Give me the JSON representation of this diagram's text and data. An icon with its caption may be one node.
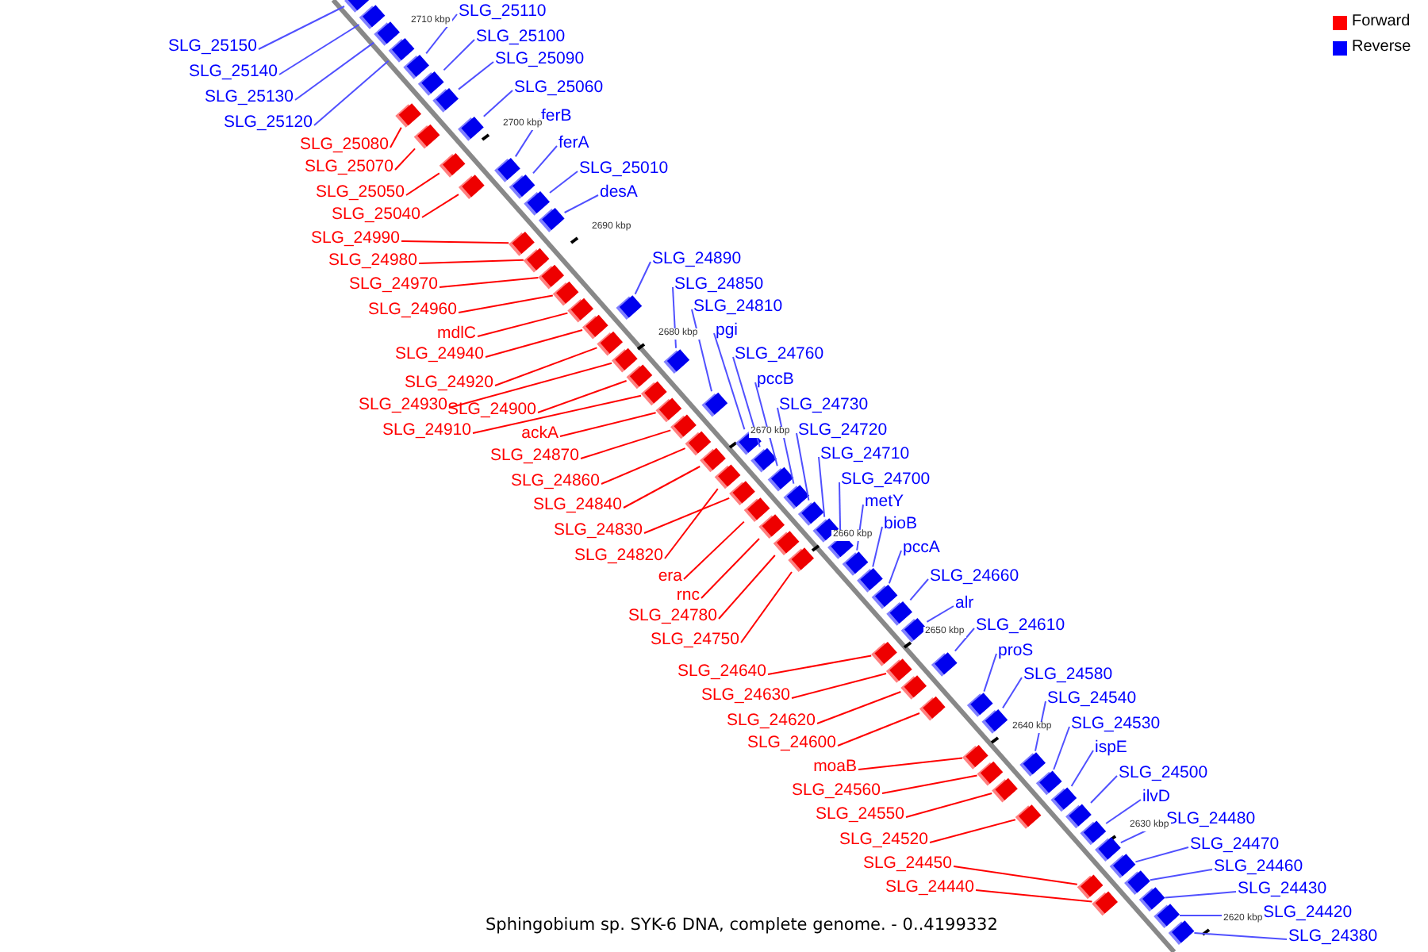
{
  "diagram": {
    "caption": "Sphingobium sp. SYK-6 DNA, complete genome. - 0..4199332",
    "nodes": [
      {
        "text": [
          "SLG_25150"
        ]
      },
      {
        "text": [
          "SLG_25140"
        ]
      },
      {
        "text": [
          "SLG_25130"
        ]
      },
      {
        "text": [
          "SLG_25120"
        ]
      },
      {
        "text": [
          "SLG_25110"
        ]
      },
      {
        "text": [
          "SLG_25100"
        ]
      },
      {
        "text": [
          "SLG_25090"
        ]
      },
      {
        "text": [
          "SLG_25060"
        ]
      },
      {
        "text": [
          "ferB"
        ]
      },
      {
        "text": [
          "ferA"
        ]
      },
      {
        "text": [
          "SLG_25010"
        ]
      },
      {
        "text": [
          "desA"
        ]
      },
      {
        "text": [
          "SLG_25080"
        ]
      },
      {
        "text": [
          "SLG_25070"
        ]
      },
      {
        "text": [
          "SLG_25050"
        ]
      },
      {
        "text": [
          "SLG_25040"
        ]
      },
      {
        "text": [
          "SLG_24990"
        ]
      },
      {
        "text": [
          "SLG_24980"
        ]
      },
      {
        "text": [
          "SLG_24970"
        ]
      },
      {
        "text": [
          "SLG_24960"
        ]
      },
      {
        "text": [
          "mdlC"
        ]
      },
      {
        "text": [
          "SLG_24940"
        ]
      },
      {
        "text": [
          "SLG_24920"
        ]
      },
      {
        "text": [
          "SLG_24930"
        ]
      },
      {
        "text": [
          "SLG_24900"
        ]
      },
      {
        "text": [
          "SLG_24910"
        ]
      },
      {
        "text": [
          "ackA"
        ]
      },
      {
        "text": [
          "SLG_24870"
        ]
      },
      {
        "text": [
          "SLG_24860"
        ]
      },
      {
        "text": [
          "SLG_24840"
        ]
      },
      {
        "text": [
          "SLG_24830"
        ]
      },
      {
        "text": [
          "SLG_24820"
        ]
      },
      {
        "text": [
          "era"
        ]
      },
      {
        "text": [
          "rnc"
        ]
      },
      {
        "text": [
          "SLG_24780"
        ]
      },
      {
        "text": [
          "SLG_24750"
        ]
      },
      {
        "text": [
          "SLG_24640"
        ]
      },
      {
        "text": [
          "SLG_24630"
        ]
      },
      {
        "text": [
          "SLG_24620"
        ]
      },
      {
        "text": [
          "SLG_24600"
        ]
      },
      {
        "text": [
          "moaB"
        ]
      },
      {
        "text": [
          "SLG_24560"
        ]
      },
      {
        "text": [
          "SLG_24550"
        ]
      },
      {
        "text": [
          "SLG_24520"
        ]
      },
      {
        "text": [
          "SLG_24450"
        ]
      },
      {
        "text": [
          "SLG_24440"
        ]
      },
      {
        "text": [
          "SLG_24890"
        ]
      },
      {
        "text": [
          "SLG_24850"
        ]
      },
      {
        "text": [
          "SLG_24810"
        ]
      },
      {
        "text": [
          "pgi"
        ]
      },
      {
        "text": [
          "SLG_24760"
        ]
      },
      {
        "text": [
          "pccB"
        ]
      },
      {
        "text": [
          "SLG_24730"
        ]
      },
      {
        "text": [
          "SLG_24720"
        ]
      },
      {
        "text": [
          "SLG_24710"
        ]
      },
      {
        "text": [
          "SLG_24700"
        ]
      },
      {
        "text": [
          "metY"
        ]
      },
      {
        "text": [
          "bioB"
        ]
      },
      {
        "text": [
          "pccA"
        ]
      },
      {
        "text": [
          "SLG_24660"
        ]
      },
      {
        "text": [
          "alr"
        ]
      },
      {
        "text": [
          "SLG_24610"
        ]
      },
      {
        "text": [
          "proS"
        ]
      },
      {
        "text": [
          "SLG_24580"
        ]
      },
      {
        "text": [
          "SLG_24540"
        ]
      },
      {
        "text": [
          "SLG_24530"
        ]
      },
      {
        "text": [
          "ispE"
        ]
      },
      {
        "text": [
          "SLG_24500"
        ]
      },
      {
        "text": [
          "ilvD"
        ]
      },
      {
        "text": [
          "SLG_24480"
        ]
      },
      {
        "text": [
          "SLG_24470"
        ]
      },
      {
        "text": [
          "SLG_24460"
        ]
      },
      {
        "text": [
          "SLG_24430"
        ]
      },
      {
        "text": [
          "SLG_24420"
        ]
      },
      {
        "text": [
          "SLG_24380"
        ]
      },
      {
        "text": [],
        "shape": "box"
      },
      {
        "text": [],
        "shape": "box"
      },
      {
        "text": [],
        "shape": "box"
      },
      {
        "text": [],
        "shape": "box"
      },
      {
        "text": [],
        "shape": "box"
      },
      {
        "text": [],
        "shape": "box"
      },
      {
        "text": [],
        "shape": "box"
      },
      {
        "text": [],
        "shape": "box"
      },
      {
        "text": [],
        "shape": "box"
      },
      {
        "text": [],
        "shape": "box"
      },
      {
        "text": [],
        "shape": "box"
      },
      {
        "text": [],
        "shape": "box"
      },
      {
        "text": [],
        "shape": "box"
      },
      {
        "text": [],
        "shape": "box"
      },
      {
        "text": [],
        "shape": "box"
      },
      {
        "text": [],
        "shape": "box"
      },
      {
        "text": [],
        "shape": "box"
      },
      {
        "text": [],
        "shape": "box"
      },
      {
        "text": [],
        "shape": "box"
      },
      {
        "text": [],
        "shape": "box"
      },
      {
        "text": [],
        "shape": "box"
      },
      {
        "text": [],
        "shape": "box"
      },
      {
        "text": [],
        "shape": "box"
      },
      {
        "text": [],
        "shape": "box"
      },
      {
        "text": [],
        "shape": "box"
      },
      {
        "text": [],
        "shape": "box"
      },
      {
        "text": [],
        "shape": "box"
      },
      {
        "text": [],
        "shape": "box"
      },
      {
        "text": [],
        "shape": "box"
      },
      {
        "text": [],
        "shape": "box"
      },
      {
        "text": [],
        "shape": "box"
      },
      {
        "text": [],
        "shape": "box"
      },
      {
        "text": [],
        "shape": "box"
      },
      {
        "text": [],
        "shape": "box"
      },
      {
        "text": [],
        "shape": "box"
      },
      {
        "text": [],
        "shape": "box"
      },
      {
        "text": [],
        "shape": "box"
      },
      {
        "text": [],
        "shape": "box"
      },
      {
        "text": [],
        "shape": "box"
      },
      {
        "text": [],
        "shape": "box"
      },
      {
        "text": [],
        "shape": "box"
      },
      {
        "text": [],
        "shape": "box"
      },
      {
        "text": [],
        "shape": "box"
      },
      {
        "text": [],
        "shape": "box"
      },
      {
        "text": [],
        "shape": "box"
      },
      {
        "text": [],
        "shape": "box"
      },
      {
        "text": [],
        "shape": "box"
      },
      {
        "text": [],
        "shape": "box"
      },
      {
        "text": [],
        "shape": "box"
      },
      {
        "text": [],
        "shape": "box"
      },
      {
        "text": [],
        "shape": "box"
      },
      {
        "text": [],
        "shape": "box"
      },
      {
        "text": [],
        "shape": "box"
      },
      {
        "text": [],
        "shape": "box"
      },
      {
        "text": [],
        "shape": "box"
      },
      {
        "text": [],
        "shape": "box"
      },
      {
        "text": [],
        "shape": "box"
      },
      {
        "text": [],
        "shape": "box"
      },
      {
        "text": [],
        "shape": "box"
      },
      {
        "text": [],
        "shape": "box"
      },
      {
        "text": [],
        "shape": "box"
      },
      {
        "text": [],
        "shape": "box"
      },
      {
        "text": [],
        "shape": "box"
      },
      {
        "text": [],
        "shape": "box"
      },
      {
        "text": [],
        "shape": "box"
      },
      {
        "text": [],
        "shape": "box"
      },
      {
        "text": [],
        "shape": "box"
      },
      {
        "text": [],
        "shape": "box"
      },
      {
        "text": [],
        "shape": "box"
      },
      {
        "text": [],
        "shape": "box"
      },
      {
        "text": [],
        "shape": "box"
      },
      {
        "text": [],
        "shape": "box"
      },
      {
        "text": [],
        "shape": "box"
      },
      {
        "text": [],
        "shape": "box"
      },
      {
        "text": [],
        "shape": "box"
      }
    ],
    "edges": [
      {
        "from": 0,
        "to": 75,
        "arrow": "none"
      },
      {
        "from": 1,
        "to": 76,
        "arrow": "none"
      },
      {
        "from": 2,
        "to": 77,
        "arrow": "none"
      },
      {
        "from": 3,
        "to": 78,
        "arrow": "none"
      },
      {
        "from": 4,
        "to": 79,
        "arrow": "none"
      },
      {
        "from": 5,
        "to": 80,
        "arrow": "none"
      },
      {
        "from": 6,
        "to": 81,
        "arrow": "none"
      },
      {
        "from": 7,
        "to": 82,
        "arrow": "none"
      },
      {
        "from": 8,
        "to": 83,
        "arrow": "none"
      },
      {
        "from": 9,
        "to": 84,
        "arrow": "none"
      },
      {
        "from": 10,
        "to": 85,
        "arrow": "none"
      },
      {
        "from": 11,
        "to": 86,
        "arrow": "none"
      },
      {
        "from": 12,
        "to": 87,
        "arrow": "none",
        "color": "#ff0000"
      },
      {
        "from": 13,
        "to": 88,
        "arrow": "none",
        "color": "#ff0000"
      },
      {
        "from": 14,
        "to": 89,
        "arrow": "none",
        "color": "#ff0000"
      },
      {
        "from": 15,
        "to": 90,
        "arrow": "none",
        "color": "#ff0000"
      },
      {
        "from": 16,
        "to": 91,
        "arrow": "none",
        "color": "#ff0000"
      },
      {
        "from": 17,
        "to": 92,
        "arrow": "none",
        "color": "#ff0000"
      },
      {
        "from": 18,
        "to": 93,
        "arrow": "none",
        "color": "#ff0000"
      },
      {
        "from": 19,
        "to": 94,
        "arrow": "none",
        "color": "#ff0000"
      },
      {
        "from": 20,
        "to": 95,
        "arrow": "none",
        "color": "#ff0000"
      },
      {
        "from": 21,
        "to": 96,
        "arrow": "none",
        "color": "#ff0000"
      },
      {
        "from": 22,
        "to": 97,
        "arrow": "none",
        "color": "#ff0000"
      },
      {
        "from": 23,
        "to": 98,
        "arrow": "none",
        "color": "#ff0000"
      },
      {
        "from": 24,
        "to": 99,
        "arrow": "none",
        "color": "#ff0000"
      },
      {
        "from": 25,
        "to": 100,
        "arrow": "none",
        "color": "#ff0000"
      },
      {
        "from": 26,
        "to": 101,
        "arrow": "none",
        "color": "#ff0000"
      },
      {
        "from": 27,
        "to": 102,
        "arrow": "none",
        "color": "#ff0000"
      },
      {
        "from": 28,
        "to": 103,
        "arrow": "none",
        "color": "#ff0000"
      },
      {
        "from": 29,
        "to": 104,
        "arrow": "none",
        "color": "#ff0000"
      },
      {
        "from": 30,
        "to": 105,
        "arrow": "none",
        "color": "#ff0000"
      },
      {
        "from": 31,
        "to": 106,
        "arrow": "none",
        "color": "#ff0000"
      },
      {
        "from": 32,
        "to": 107,
        "arrow": "none",
        "color": "#ff0000"
      },
      {
        "from": 33,
        "to": 108,
        "arrow": "none",
        "color": "#ff0000"
      },
      {
        "from": 34,
        "to": 109,
        "arrow": "none",
        "color": "#ff0000"
      },
      {
        "from": 35,
        "to": 110,
        "arrow": "none",
        "color": "#ff0000"
      },
      {
        "from": 36,
        "to": 111,
        "arrow": "none",
        "color": "#ff0000"
      },
      {
        "from": 37,
        "to": 112,
        "arrow": "none",
        "color": "#ff0000"
      },
      {
        "from": 38,
        "to": 113,
        "arrow": "none",
        "color": "#ff0000"
      },
      {
        "from": 39,
        "to": 114,
        "arrow": "none",
        "color": "#ff0000"
      },
      {
        "from": 40,
        "to": 115,
        "arrow": "none",
        "color": "#ff0000"
      },
      {
        "from": 41,
        "to": 116,
        "arrow": "none",
        "color": "#ff0000"
      },
      {
        "from": 42,
        "to": 117,
        "arrow": "none",
        "color": "#ff0000"
      },
      {
        "from": 43,
        "to": 118,
        "arrow": "none",
        "color": "#ff0000"
      },
      {
        "from": 44,
        "to": 119,
        "arrow": "none",
        "color": "#ff0000"
      },
      {
        "from": 45,
        "to": 120,
        "arrow": "none",
        "color": "#ff0000"
      },
      {
        "from": 46,
        "to": 121,
        "arrow": "none"
      },
      {
        "from": 47,
        "to": 122,
        "arrow": "none"
      },
      {
        "from": 48,
        "to": 123,
        "arrow": "none"
      },
      {
        "from": 49,
        "to": 124,
        "arrow": "none"
      },
      {
        "from": 50,
        "to": 125,
        "arrow": "none"
      },
      {
        "from": 51,
        "to": 126,
        "arrow": "none"
      },
      {
        "from": 52,
        "to": 127,
        "arrow": "none"
      },
      {
        "from": 53,
        "to": 128,
        "arrow": "none"
      },
      {
        "from": 54,
        "to": 129,
        "arrow": "none"
      },
      {
        "from": 55,
        "to": 130,
        "arrow": "none"
      },
      {
        "from": 56,
        "to": 131,
        "arrow": "none"
      },
      {
        "from": 57,
        "to": 132,
        "arrow": "none"
      },
      {
        "from": 58,
        "to": 133,
        "arrow": "none"
      },
      {
        "from": 59,
        "to": 134,
        "arrow": "none"
      },
      {
        "from": 60,
        "to": 135,
        "arrow": "none"
      },
      {
        "from": 61,
        "to": 136,
        "arrow": "none"
      },
      {
        "from": 62,
        "to": 137,
        "arrow": "none"
      },
      {
        "from": 63,
        "to": 138,
        "arrow": "none"
      },
      {
        "from": 64,
        "to": 139,
        "arrow": "none"
      },
      {
        "from": 65,
        "to": 140,
        "arrow": "none"
      },
      {
        "from": 66,
        "to": 141,
        "arrow": "none"
      },
      {
        "from": 67,
        "to": 142,
        "arrow": "none"
      },
      {
        "from": 68,
        "to": 143,
        "arrow": "none"
      },
      {
        "from": 69,
        "to": 144,
        "arrow": "none"
      },
      {
        "from": 70,
        "to": 145,
        "arrow": "none"
      },
      {
        "from": 71,
        "to": 146,
        "arrow": "none"
      },
      {
        "from": 72,
        "to": 147,
        "arrow": "none"
      },
      {
        "from": 73,
        "to": 148,
        "arrow": "none"
      },
      {
        "from": 74,
        "to": 149,
        "arrow": "none"
      }
    ],
    "labels": [
      "2710 kbp",
      "2700 kbp",
      "2690 kbp",
      "2680 kbp",
      "2670 kbp",
      "2660 kbp",
      "2650 kbp",
      "2640 kbp",
      "2630 kbp",
      "2620 kbp"
    ],
    "legend": [
      {
        "text": "Forward",
        "color": "#ff0000"
      },
      {
        "text": "Reverse",
        "color": "#0000ff"
      }
    ]
  }
}
